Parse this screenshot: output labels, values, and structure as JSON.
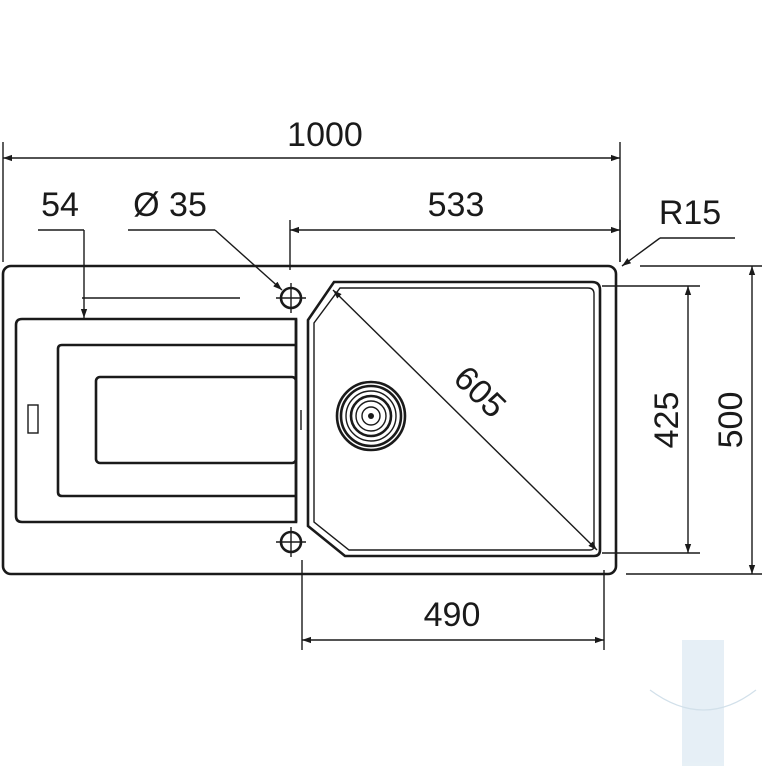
{
  "drawing": {
    "dimensions": {
      "overall_width": "1000",
      "tap_offset": "54",
      "tap_hole": "Ø 35",
      "bowl_width_outer": "533",
      "corner_radius": "R15",
      "bowl_diagonal": "605",
      "bowl_depth": "425",
      "overall_depth": "500",
      "bowl_width": "490"
    }
  }
}
